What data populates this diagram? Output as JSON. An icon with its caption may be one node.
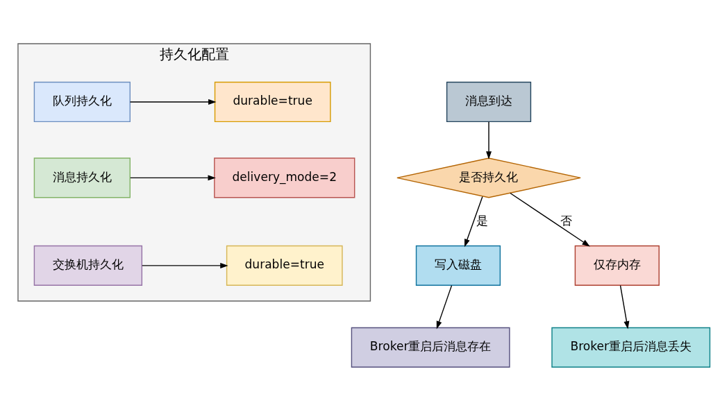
{
  "diagram": {
    "nodes": [
      {
        "text": [
          "持久化配置"
        ]
      },
      {
        "text": [
          "队列持久化"
        ],
        "in": 0
      },
      {
        "text": [
          "durable=true"
        ],
        "in": 0
      },
      {
        "text": [
          "消息持久化"
        ],
        "in": 0
      },
      {
        "text": [
          "delivery_mode=2"
        ],
        "in": 0
      },
      {
        "text": [
          "交换机持久化"
        ],
        "in": 0
      },
      {
        "text": [
          "durable=true"
        ],
        "in": 0
      },
      {
        "text": [
          "消息到达"
        ]
      },
      {
        "text": [
          "是否持久化"
        ]
      },
      {
        "text": [
          "写入磁盘"
        ]
      },
      {
        "text": [
          "仅存内存"
        ]
      },
      {
        "text": [
          "Broker重启后消息存在"
        ]
      },
      {
        "text": [
          "Broker重启后消息丢失"
        ]
      }
    ],
    "edges": [
      {
        "from": 1,
        "to": 2,
        "arrow": "to"
      },
      {
        "from": 3,
        "to": 4,
        "arrow": "to"
      },
      {
        "from": 5,
        "to": 6,
        "arrow": "to"
      },
      {
        "from": 7,
        "to": 8,
        "arrow": "to"
      },
      {
        "from": 8,
        "to": 9,
        "arrow": "to",
        "label": "是"
      },
      {
        "from": 8,
        "to": 10,
        "arrow": "to",
        "label": "否"
      },
      {
        "from": 9,
        "to": 11,
        "arrow": "to"
      },
      {
        "from": 10,
        "to": 12,
        "arrow": "to"
      }
    ]
  }
}
